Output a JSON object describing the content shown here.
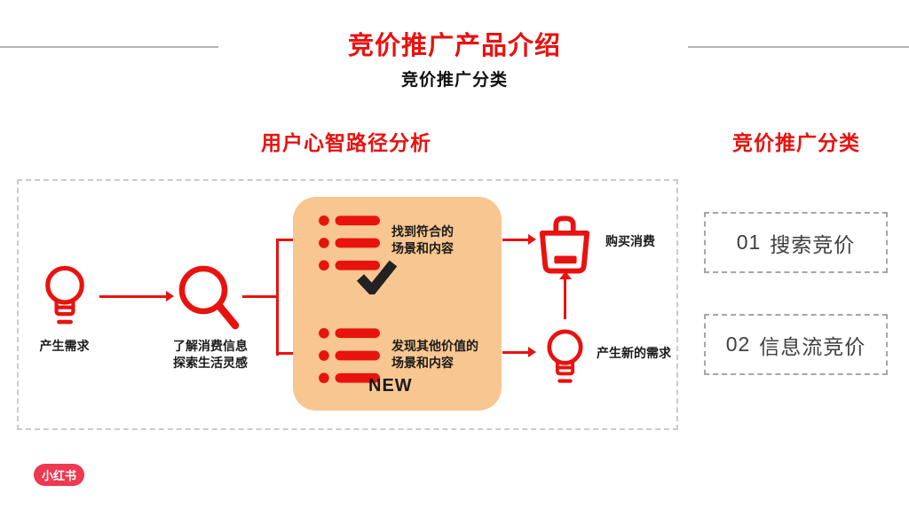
{
  "page": {
    "title": "竞价推广产品介绍",
    "subtitle": "竞价推广分类"
  },
  "sections": {
    "left_heading": "用户心智路径分析",
    "right_heading": "竞价推广分类"
  },
  "flow": {
    "need_label": "产生需求",
    "explore_label_line1": "了解消费信息",
    "explore_label_line2": "探索生活灵感",
    "match_label_line1": "找到符合的",
    "match_label_line2": "场景和内容",
    "discover_label_line1": "发现其他价值的",
    "discover_label_line2": "场景和内容",
    "new_badge": "NEW",
    "purchase_label": "购买消费",
    "new_need_label": "产生新的需求"
  },
  "categories": [
    {
      "number": "01",
      "name": "搜索竞价"
    },
    {
      "number": "02",
      "name": "信息流竞价"
    }
  ],
  "logo": {
    "text": "小红书"
  },
  "colors": {
    "accent_red": "#E8120F",
    "orange_panel": "#F8C690",
    "dark_text": "#1A1A1A",
    "dash_outer": "#CBCBCB",
    "dash_category": "#A6A6A6",
    "logo_red": "#EE3950"
  }
}
